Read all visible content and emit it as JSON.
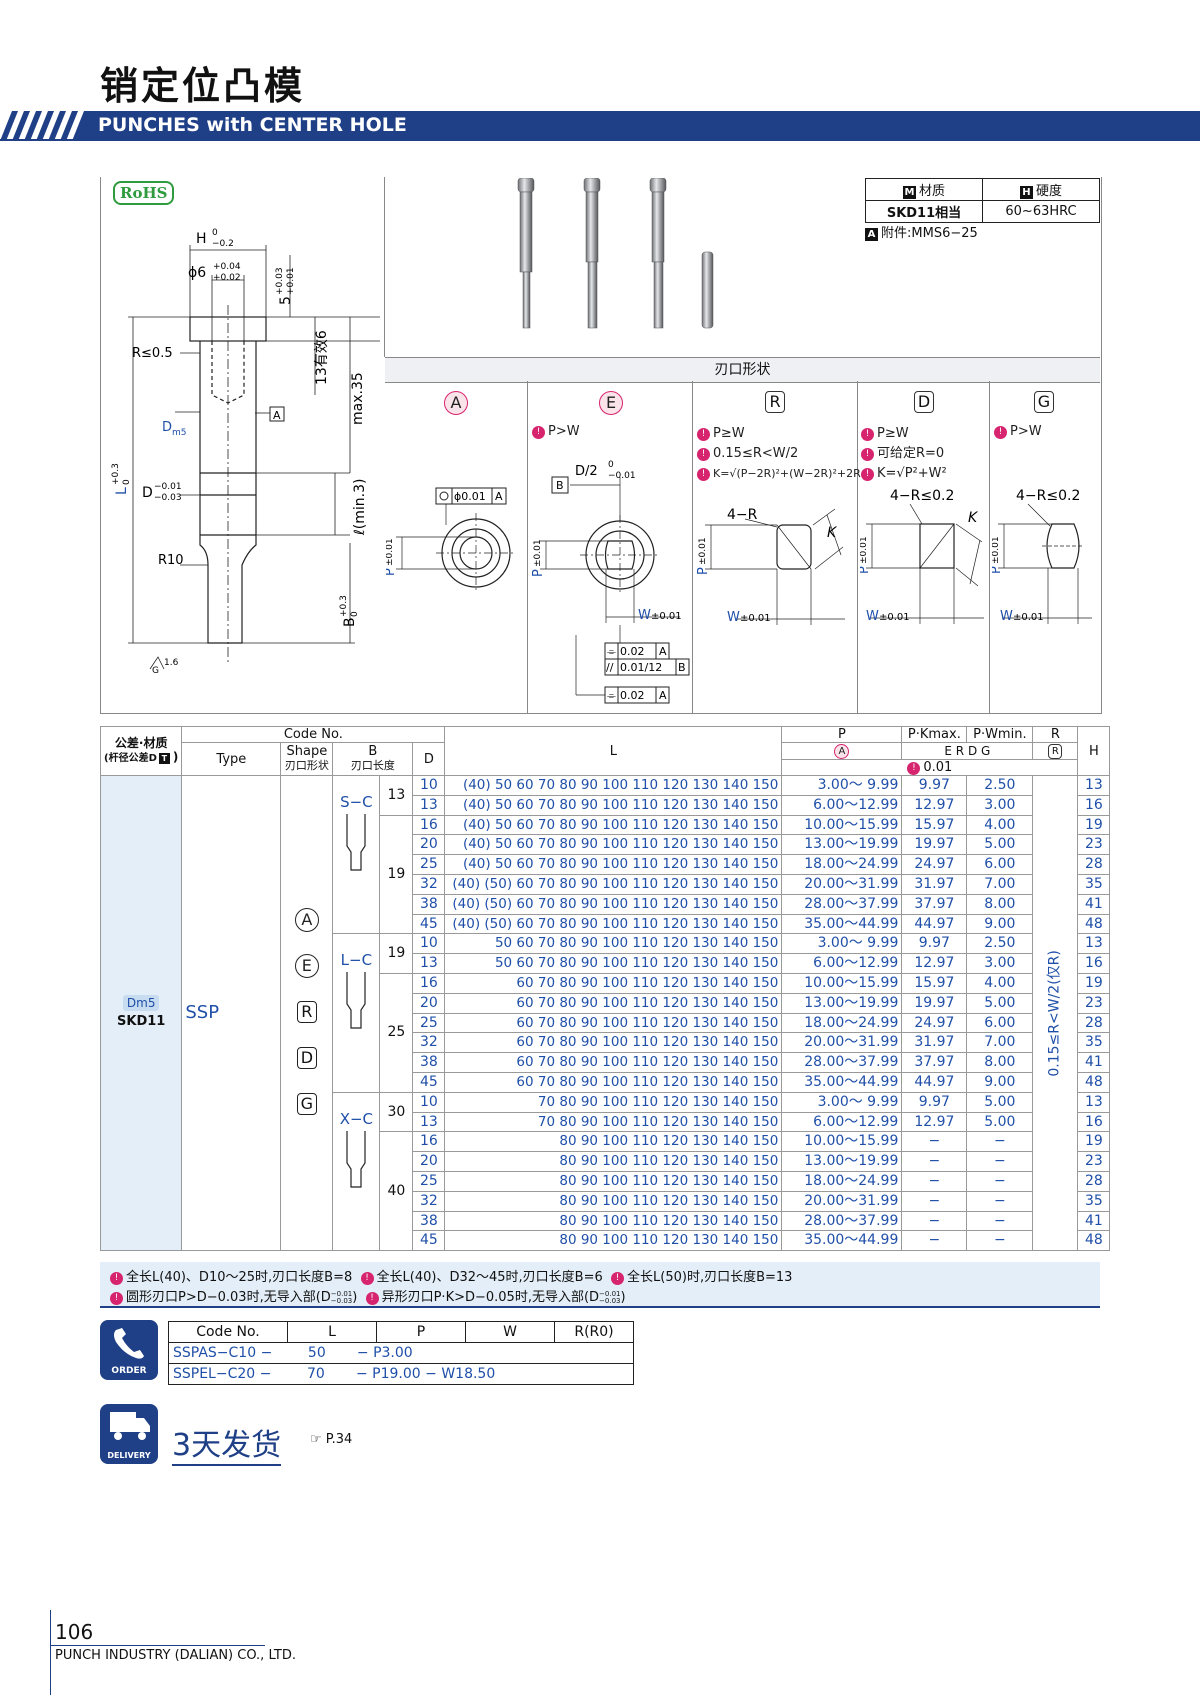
{
  "title_cn": "销定位凸模",
  "title_en": "PUNCHES with CENTER HOLE",
  "rohs": "RoHS",
  "drawing": {
    "h_tol": "H",
    "h_tol_up": "0",
    "h_tol_dn": "−0.2",
    "phi6": "ϕ6",
    "phi6_up": "+0.04",
    "phi6_dn": "+0.02",
    "five": "5",
    "five_up": "+0.03",
    "five_dn": "+0.01",
    "thirteen": "13有效6",
    "r05": "R≤0.5",
    "max35": "max.35",
    "a_label": "A",
    "dm5": "D",
    "dm5_sub": "m5",
    "d_label": "D",
    "d_up": "−0.01",
    "d_dn": "−0.03",
    "l_label": "L",
    "l_up": "+0.3",
    "l_dn": "0",
    "lmin3": "ℓ(min.3)",
    "r10": "R10",
    "b_label": "B",
    "b_up": "+0.3",
    "b_dn": "0",
    "g_label": "G",
    "rough": "1.6"
  },
  "material": {
    "col1_head": "材质",
    "col1_icon": "M",
    "col2_head": "硬度",
    "col2_icon": "H",
    "col1_val": "SKD11相当",
    "col2_val": "60~63HRC",
    "accessory_icon": "A",
    "accessory": "附件:MMS6−25"
  },
  "shape_header": "刃口形状",
  "shapes": {
    "A": {
      "label": "A",
      "notes": [],
      "tol1": "ϕ0.01",
      "tol1_ref": "A",
      "p": "P",
      "p_tol": "±0.01"
    },
    "E": {
      "label": "E",
      "notes": [
        "P>W"
      ],
      "d2": "D/2",
      "d2_up": "0",
      "d2_dn": "−0.01",
      "b_ref": "B",
      "p": "P",
      "p_tol": "±0.01",
      "w": "W",
      "w_tol": "±0.01",
      "gtol": [
        {
          "sym": "⌯",
          "val": "0.02",
          "ref": "A"
        },
        {
          "sym": "//",
          "val": "0.01/12",
          "ref": "B"
        },
        {
          "sym": "⌯",
          "val": "0.02",
          "ref": "A"
        }
      ]
    },
    "R": {
      "label": "R",
      "notes": [
        "P≥W",
        "0.15≤R<W/2",
        "K=√(P−2R)²+(W−2R)²+2R"
      ],
      "r": "4−R",
      "k": "K",
      "p": "P",
      "p_tol": "±0.01",
      "w": "W",
      "w_tol": "±0.01"
    },
    "D": {
      "label": "D",
      "notes": [
        "P≥W",
        "可给定R=0",
        "K=√P²+W²"
      ],
      "r": "4−R≤0.2",
      "k": "K",
      "p": "P",
      "p_tol": "±0.01",
      "w": "W",
      "w_tol": "±0.01"
    },
    "G": {
      "label": "G",
      "notes": [
        "P>W"
      ],
      "r": "4−R≤0.2",
      "p": "P",
      "p_tol": "±0.01",
      "w": "W",
      "w_tol": "±0.01"
    }
  },
  "table": {
    "h_tol_mat": "公差·材质",
    "h_tol_mat_sub": "(杆径公差D",
    "h_tol_mat_icon": "T",
    "h_code": "Code No.",
    "h_type": "Type",
    "h_shape": "Shape",
    "h_shape_sub": "刃口形状",
    "h_b": "B",
    "h_b_sub": "刃口长度",
    "h_d": "D",
    "h_l": "L",
    "h_p": "P",
    "h_p_sub": "A",
    "h_pk": "P·Kmax.",
    "h_pw": "P·Wmin.",
    "h_pkw_sub": "E R D G",
    "h_r": "R",
    "h_r_sub": "R",
    "h_h": "H",
    "h_step": "0.01",
    "dm5": "Dm5",
    "mat": "SKD11",
    "type": "SSP",
    "shape_letters": [
      "A",
      "E",
      "R",
      "D",
      "G"
    ],
    "r_range": "0.15≤R<W/2(仅R)",
    "groups": [
      {
        "name": "S−C",
        "b_blocks": [
          {
            "b": "13",
            "rows": 2
          },
          {
            "b": "19",
            "rows": 6
          }
        ],
        "rows": [
          {
            "d": "10",
            "l": "(40)  50   60 70 80 90 100 110 120 130 140 150",
            "p": "3.00〜  9.99",
            "pk": "9.97",
            "pw": "2.50",
            "h": "13"
          },
          {
            "d": "13",
            "l": "(40)  50   60 70 80 90 100 110 120 130 140 150",
            "p": "6.00〜12.99",
            "pk": "12.97",
            "pw": "3.00",
            "h": "16"
          },
          {
            "d": "16",
            "l": "(40)  50   60 70 80 90 100 110 120 130 140 150",
            "p": "10.00〜15.99",
            "pk": "15.97",
            "pw": "4.00",
            "h": "19"
          },
          {
            "d": "20",
            "l": "(40)  50   60 70 80 90 100 110 120 130 140 150",
            "p": "13.00〜19.99",
            "pk": "19.97",
            "pw": "5.00",
            "h": "23"
          },
          {
            "d": "25",
            "l": "(40)  50   60 70 80 90 100 110 120 130 140 150",
            "p": "18.00〜24.99",
            "pk": "24.97",
            "pw": "6.00",
            "h": "28"
          },
          {
            "d": "32",
            "l": "(40) (50) 60 70 80 90 100 110 120 130 140 150",
            "p": "20.00〜31.99",
            "pk": "31.97",
            "pw": "7.00",
            "h": "35"
          },
          {
            "d": "38",
            "l": "(40) (50) 60 70 80 90 100 110 120 130 140 150",
            "p": "28.00〜37.99",
            "pk": "37.97",
            "pw": "8.00",
            "h": "41"
          },
          {
            "d": "45",
            "l": "(40) (50) 60 70 80 90 100 110 120 130 140 150",
            "p": "35.00〜44.99",
            "pk": "44.97",
            "pw": "9.00",
            "h": "48"
          }
        ]
      },
      {
        "name": "L−C",
        "b_blocks": [
          {
            "b": "19",
            "rows": 2
          },
          {
            "b": "25",
            "rows": 6
          }
        ],
        "rows": [
          {
            "d": "10",
            "l": "50   60 70 80 90 100 110 120 130 140 150",
            "p": "3.00〜  9.99",
            "pk": "9.97",
            "pw": "2.50",
            "h": "13"
          },
          {
            "d": "13",
            "l": "50   60 70 80 90 100 110 120 130 140 150",
            "p": "6.00〜12.99",
            "pk": "12.97",
            "pw": "3.00",
            "h": "16"
          },
          {
            "d": "16",
            "l": "60 70 80 90 100 110 120 130 140 150",
            "p": "10.00〜15.99",
            "pk": "15.97",
            "pw": "4.00",
            "h": "19"
          },
          {
            "d": "20",
            "l": "60 70 80 90 100 110 120 130 140 150",
            "p": "13.00〜19.99",
            "pk": "19.97",
            "pw": "5.00",
            "h": "23"
          },
          {
            "d": "25",
            "l": "60 70 80 90 100 110 120 130 140 150",
            "p": "18.00〜24.99",
            "pk": "24.97",
            "pw": "6.00",
            "h": "28"
          },
          {
            "d": "32",
            "l": "60 70 80 90 100 110 120 130 140 150",
            "p": "20.00〜31.99",
            "pk": "31.97",
            "pw": "7.00",
            "h": "35"
          },
          {
            "d": "38",
            "l": "60 70 80 90 100 110 120 130 140 150",
            "p": "28.00〜37.99",
            "pk": "37.97",
            "pw": "8.00",
            "h": "41"
          },
          {
            "d": "45",
            "l": "60 70 80 90 100 110 120 130 140 150",
            "p": "35.00〜44.99",
            "pk": "44.97",
            "pw": "9.00",
            "h": "48"
          }
        ]
      },
      {
        "name": "X−C",
        "b_blocks": [
          {
            "b": "30",
            "rows": 2
          },
          {
            "b": "40",
            "rows": 6
          }
        ],
        "rows": [
          {
            "d": "10",
            "l": "70 80 90 100 110 120 130 140 150",
            "p": "3.00〜  9.99",
            "pk": "9.97",
            "pw": "5.00",
            "h": "13"
          },
          {
            "d": "13",
            "l": "70 80 90 100 110 120 130 140 150",
            "p": "6.00〜12.99",
            "pk": "12.97",
            "pw": "5.00",
            "h": "16"
          },
          {
            "d": "16",
            "l": "80 90 100 110 120 130 140 150",
            "p": "10.00〜15.99",
            "pk": "−",
            "pw": "−",
            "h": "19"
          },
          {
            "d": "20",
            "l": "80 90 100 110 120 130 140 150",
            "p": "13.00〜19.99",
            "pk": "−",
            "pw": "−",
            "h": "23"
          },
          {
            "d": "25",
            "l": "80 90 100 110 120 130 140 150",
            "p": "18.00〜24.99",
            "pk": "−",
            "pw": "−",
            "h": "28"
          },
          {
            "d": "32",
            "l": "80 90 100 110 120 130 140 150",
            "p": "20.00〜31.99",
            "pk": "−",
            "pw": "−",
            "h": "35"
          },
          {
            "d": "38",
            "l": "80 90 100 110 120 130 140 150",
            "p": "28.00〜37.99",
            "pk": "−",
            "pw": "−",
            "h": "41"
          },
          {
            "d": "45",
            "l": "80 90 100 110 120 130 140 150",
            "p": "35.00〜44.99",
            "pk": "−",
            "pw": "−",
            "h": "48"
          }
        ]
      }
    ]
  },
  "footnotes": [
    "全长L(40)、D10〜25时,刃口长度B=8",
    "全长L(40)、D32〜45时,刃口长度B=6",
    "全长L(50)时,刃口长度B=13",
    "圆形刃口P>D−0.03时,无导入部(D",
    "异形刃口P·K>D−0.05时,无导入部(D"
  ],
  "footnote_tol_up": "−0.01",
  "footnote_tol_dn": "−0.03",
  "footnote_close": ")",
  "order": {
    "icon_label": "ORDER",
    "headers": [
      "Code No.",
      "L",
      "P",
      "W",
      "R(R0)"
    ],
    "rows": [
      [
        "SSPAS−C10",
        "−",
        "50",
        "−",
        "P3.00",
        "",
        ""
      ],
      [
        "SSPEL−C20",
        "−",
        "70",
        "−",
        "P19.00",
        "−",
        "W18.50"
      ]
    ]
  },
  "delivery": {
    "icon_label": "DELIVERY",
    "days": "3天发货",
    "ref": "P.34"
  },
  "page_number": "106",
  "company": "PUNCH INDUSTRY (DALIAN) CO., LTD."
}
